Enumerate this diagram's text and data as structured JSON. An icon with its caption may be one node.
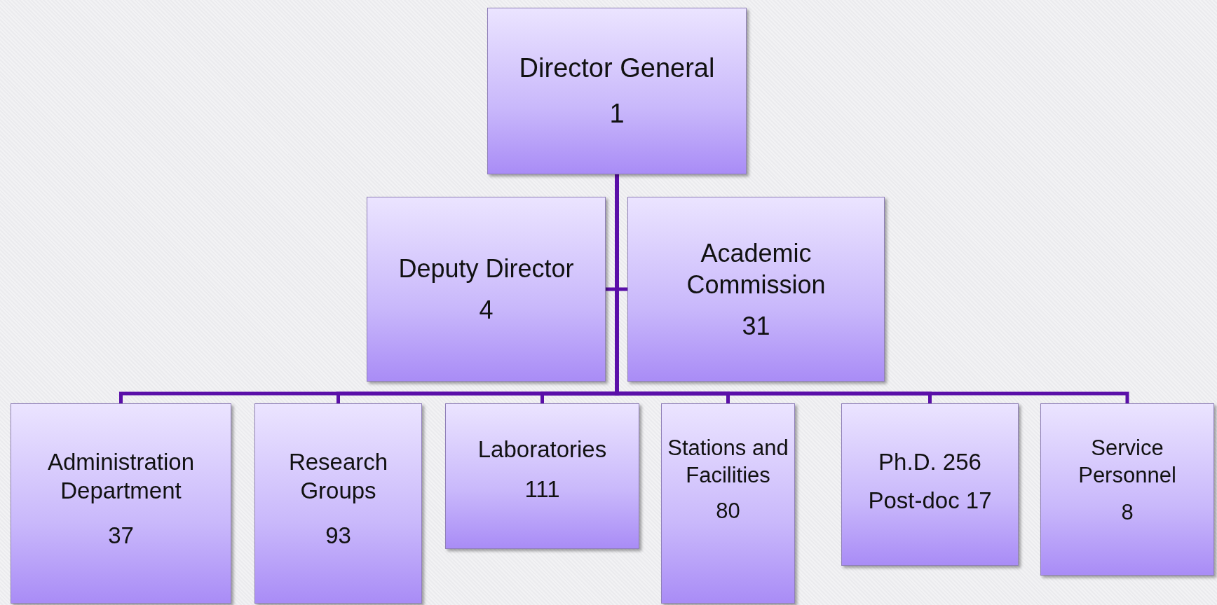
{
  "diagram": {
    "nodes": [
      {
        "text": [
          "Director General",
          "1"
        ]
      },
      {
        "text": [
          "Deputy Director",
          "4"
        ]
      },
      {
        "text": [
          "Academic Commission",
          "31"
        ]
      },
      {
        "text": [
          "Administration Department",
          "37"
        ]
      },
      {
        "text": [
          "Research Groups",
          "93"
        ]
      },
      {
        "text": [
          "Laboratories",
          "111"
        ]
      },
      {
        "text": [
          "Stations and Facilities",
          "80"
        ]
      },
      {
        "text": [
          "Ph.D. 256",
          "Post-doc 17"
        ]
      },
      {
        "text": [
          "Service Personnel",
          "8"
        ]
      }
    ],
    "edges": [
      {
        "from": 0,
        "to": 1,
        "arrow": "none"
      },
      {
        "from": 0,
        "to": 2,
        "arrow": "none"
      },
      {
        "from": 0,
        "to": 3,
        "arrow": "none"
      },
      {
        "from": 0,
        "to": 4,
        "arrow": "none"
      },
      {
        "from": 0,
        "to": 5,
        "arrow": "none"
      },
      {
        "from": 0,
        "to": 6,
        "arrow": "none"
      },
      {
        "from": 0,
        "to": 7,
        "arrow": "none"
      },
      {
        "from": 0,
        "to": 8,
        "arrow": "none"
      }
    ]
  }
}
